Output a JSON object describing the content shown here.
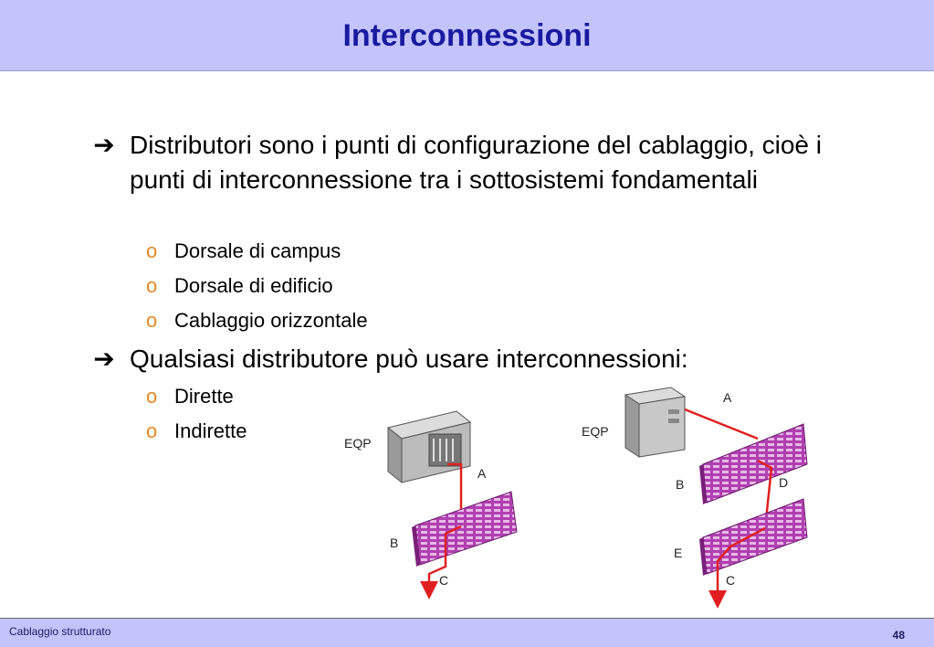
{
  "slide": {
    "title": "Interconnessioni",
    "bullets": [
      {
        "text": "Distributori sono i punti di configurazione del cablaggio, cioè i punti di interconnessione tra i sottosistemi fondamentali",
        "subitems": [
          "Dorsale di campus",
          "Dorsale di edificio",
          "Cablaggio orizzontale"
        ]
      },
      {
        "text": "Qualsiasi distributore può usare interconnessioni:",
        "subitems": [
          "Dirette",
          "Indirette"
        ]
      }
    ]
  },
  "diagram": {
    "direct": {
      "eqp": "EQP",
      "a": "A",
      "b": "B",
      "c": "C"
    },
    "indirect": {
      "eqp": "EQP",
      "a": "A",
      "b": "B",
      "d": "D",
      "e": "E",
      "c": "C"
    }
  },
  "footer": {
    "left": "Cablaggio strutturato",
    "page": "48"
  },
  "colors": {
    "header_bg": "#c4c4fc",
    "title": "#1a1aa0",
    "sub_bullet": "#e08a26",
    "panel": "#b040b0",
    "cable": "#e02020"
  }
}
